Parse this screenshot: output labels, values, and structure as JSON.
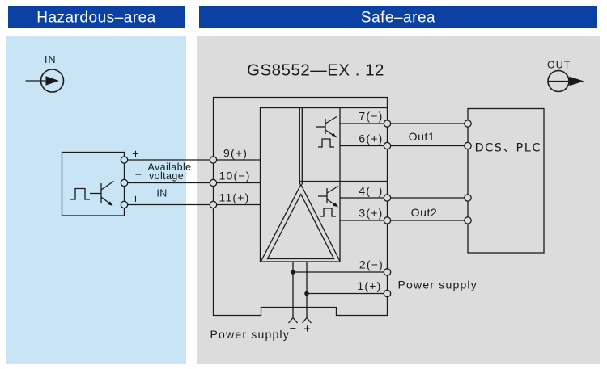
{
  "headers": {
    "hazardous_area": "Hazardous–area",
    "safe_area": "Safe–area"
  },
  "device_model": "GS8552—EX . 12",
  "signal_in_label": "IN",
  "signal_out_label": "OUT",
  "input_side": {
    "plus_top": "+",
    "available_voltage_line1": "Available",
    "available_voltage_line2": "voltage",
    "minus": "−",
    "in_label": "IN",
    "plus_bottom": "+"
  },
  "terminals": {
    "t9": "9(+)",
    "t10": "10(−)",
    "t11": "11(+)",
    "t7": "7(−)",
    "t6": "6(+)",
    "t4": "4(−)",
    "t3": "3(+)",
    "t2": "2(−)",
    "t1": "1(+)"
  },
  "outputs": {
    "out1": "Out1",
    "out2": "Out2",
    "destination": "DCS、PLC"
  },
  "power": {
    "supply_right": "Power supply",
    "supply_bottom": "Power supply",
    "minus": "−",
    "plus": "+"
  },
  "colors": {
    "header_bg": "#0a41a3",
    "header_text": "#ffffff",
    "hazard_panel_bg": "#c8e4f5",
    "safe_panel_bg": "#dcdcdc",
    "line": "#1a1a1a"
  }
}
